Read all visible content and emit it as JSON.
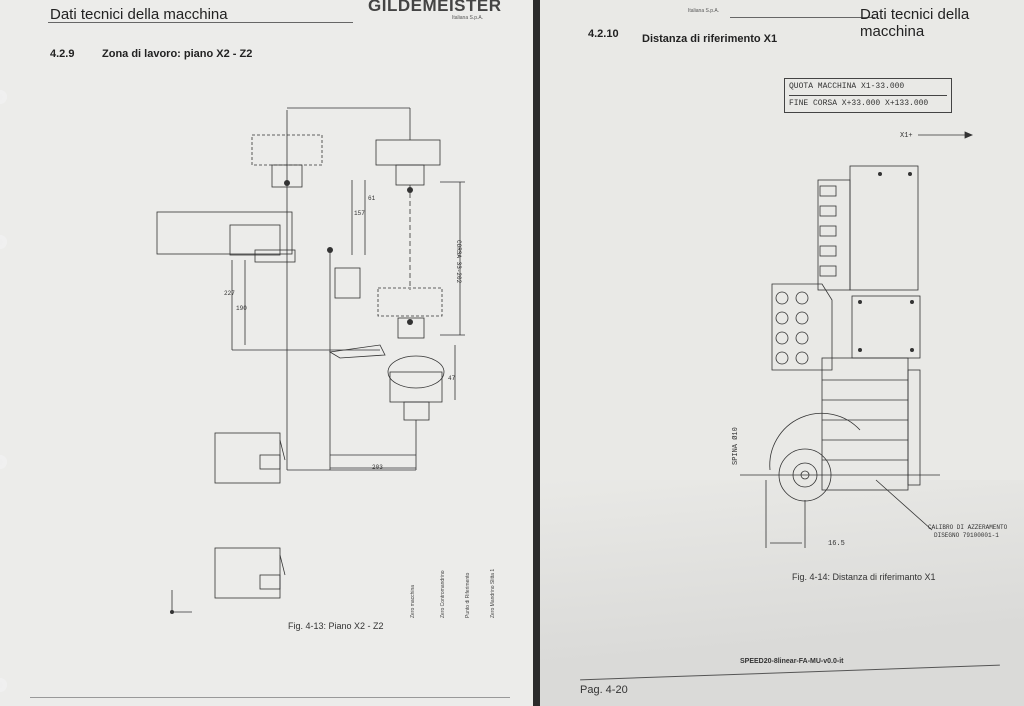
{
  "left": {
    "header_title": "Dati tecnici della macchina",
    "brand": "GILDEMEISTER",
    "brand_sub": "Italiana S.p.A.",
    "section_number": "4.2.9",
    "section_title": "Zona di lavoro: piano X2 - Z2",
    "caption": "Fig. 4-13: Piano X2 - Z2",
    "legend": [
      "Zero macchina",
      "Zero Contromandrino",
      "Punto di Riferimento",
      "Zero Mandrino Slitta 1"
    ],
    "dimensions": [
      "CORSA 33-202",
      "227",
      "157",
      "61",
      "190",
      "47",
      "203"
    ]
  },
  "right": {
    "header_sub": "Italiana S.p.A.",
    "header_title": "Dati tecnici della macchina",
    "section_number": "4.2.10",
    "section_title": "Distanza di riferimento X1",
    "quota": "QUOTA MACCHINA X1-33.000",
    "fine_corsa": "FINE CORSA X+33.000 X+133.000",
    "axis_label": "X1+",
    "spina": "SPINA Ø10",
    "dim_16": "16.5",
    "calibro_1": "CALIBRO DI AZZERAMENTO",
    "calibro_2": "DISEGNO 79100001-1",
    "caption": "Fig. 4-14: Distanza di riferimanto  X1",
    "footer_doc": "SPEED20-8linear-FA-MU-v0.0-it",
    "footer_page": "Pag. 4-20"
  },
  "colors": {
    "paper_left": "#ececea",
    "paper_right": "#e9e9e6",
    "ink": "#333333",
    "gutter": "#2b2b2b"
  }
}
